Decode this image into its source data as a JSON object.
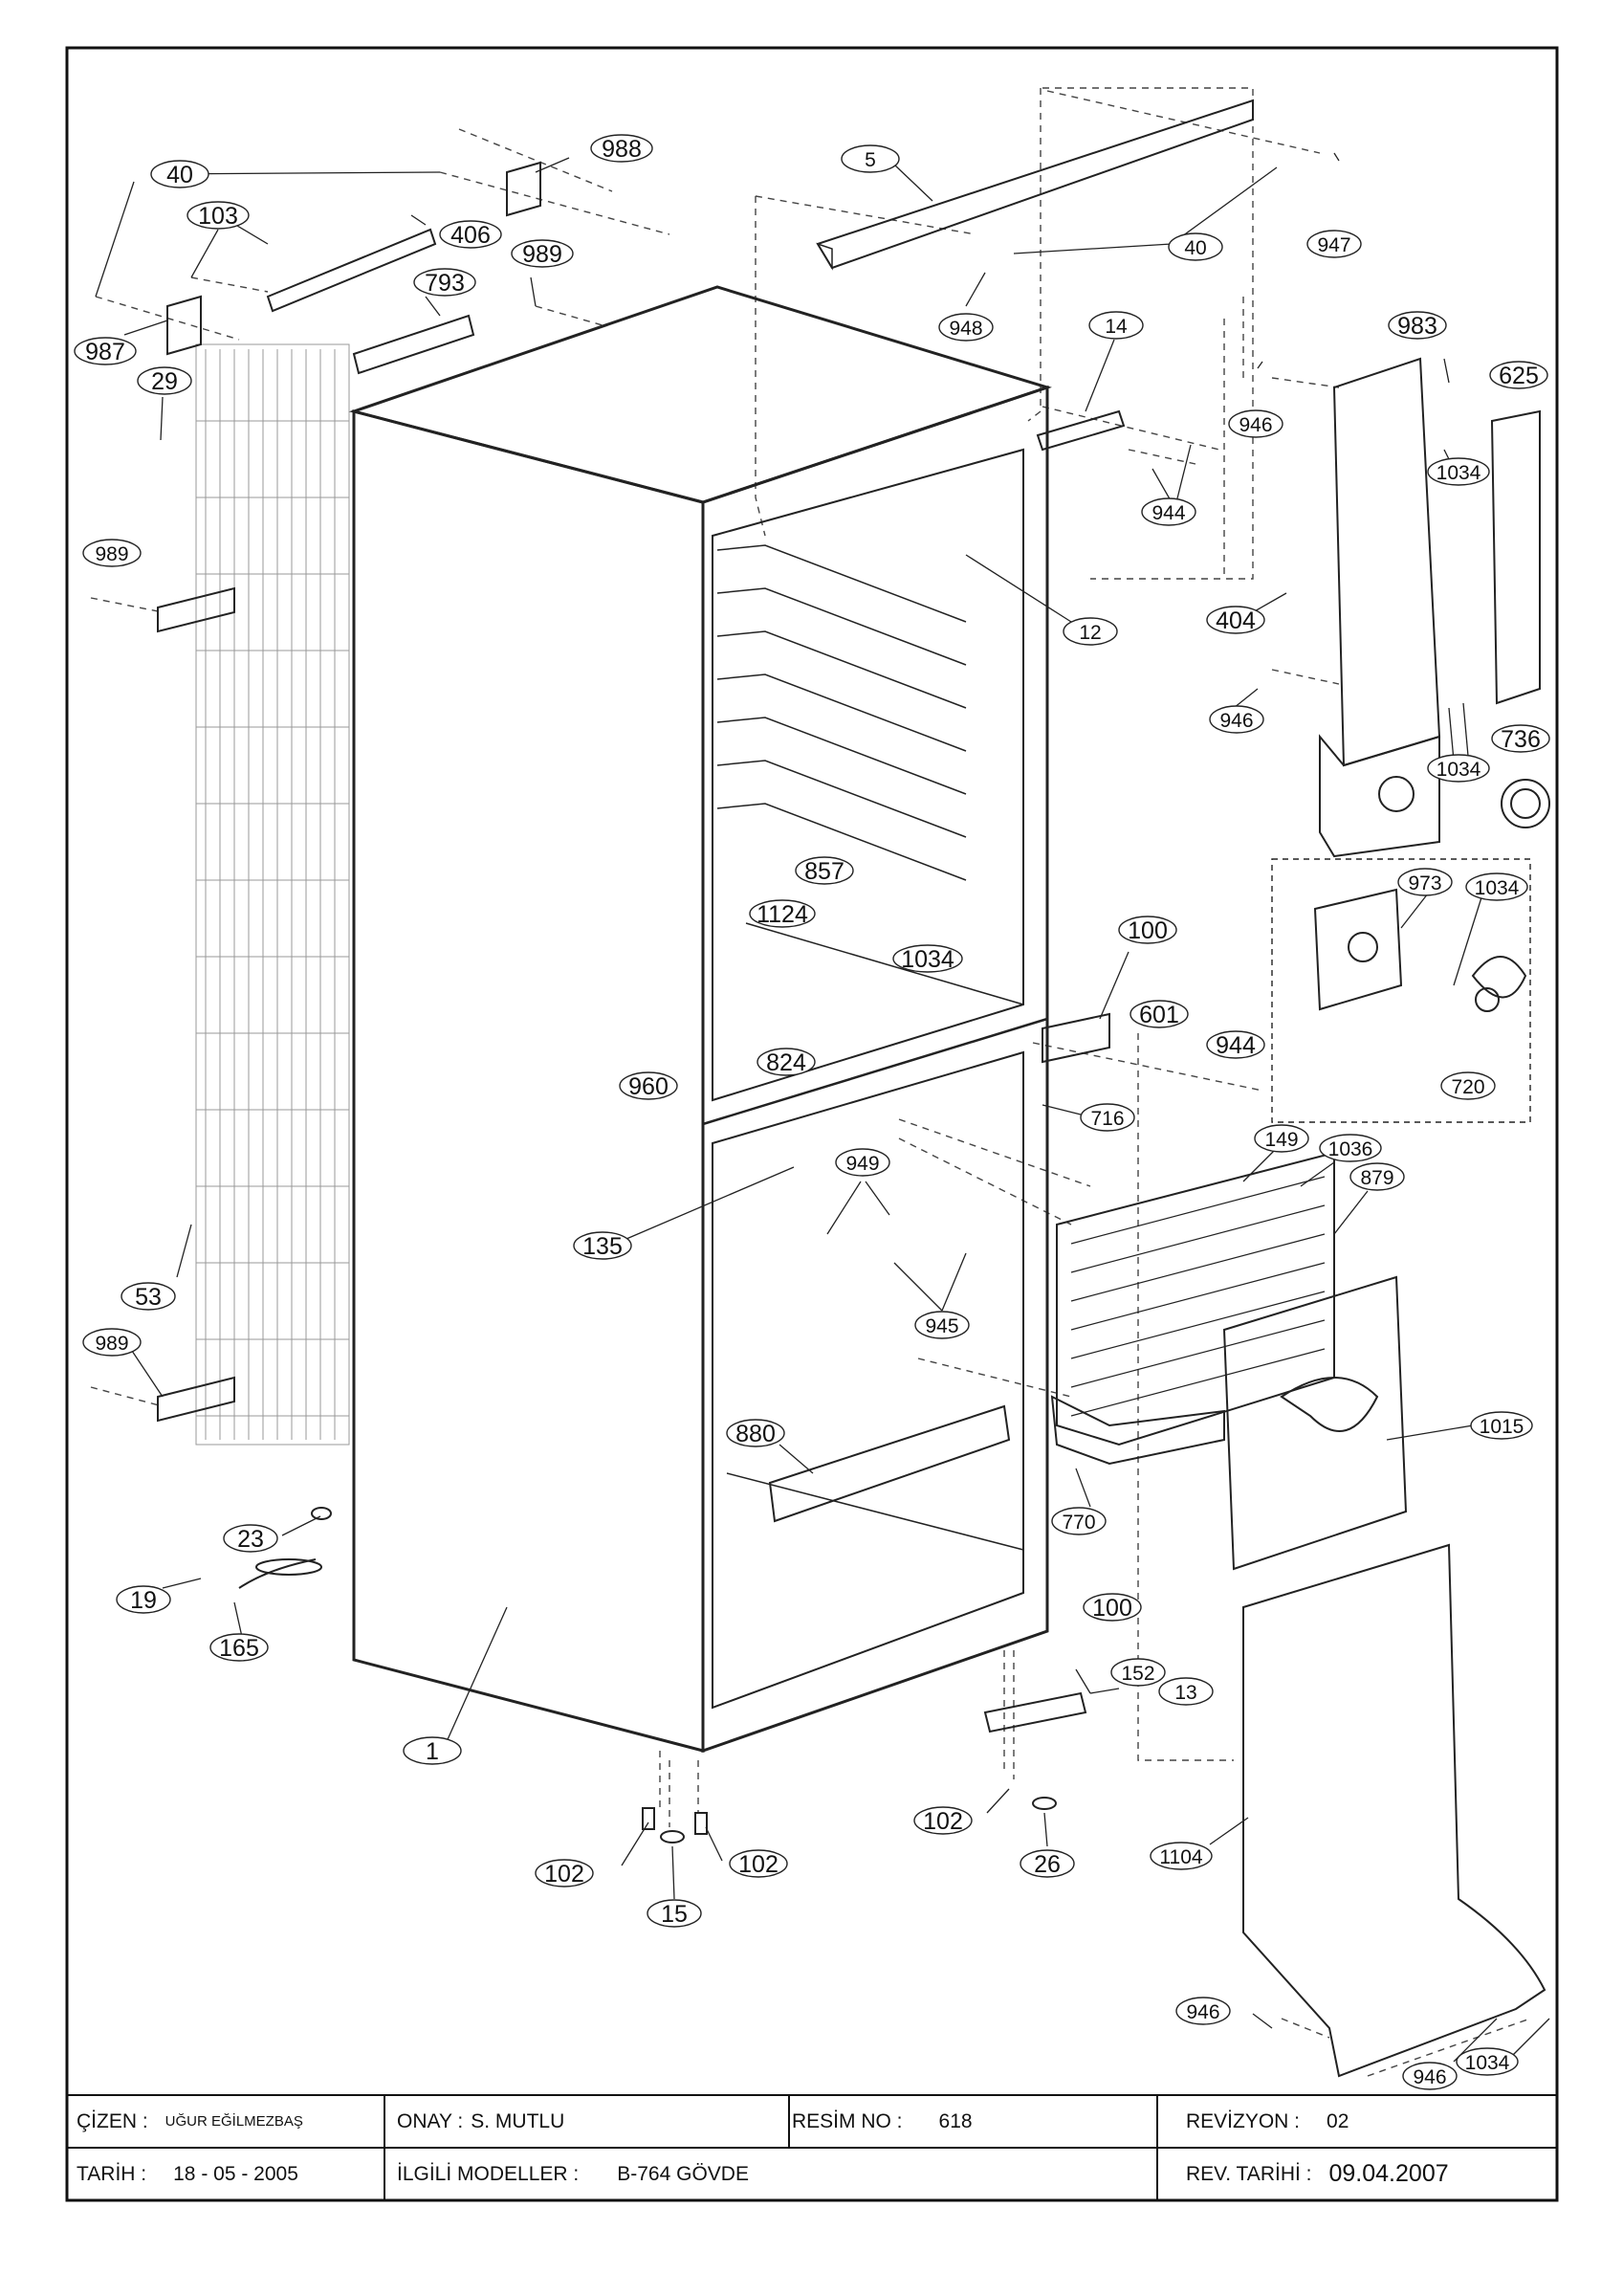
{
  "callouts": [
    {
      "id": "c40a",
      "label": "40"
    },
    {
      "id": "c988",
      "label": "988"
    },
    {
      "id": "c103",
      "label": "103"
    },
    {
      "id": "c406",
      "label": "406"
    },
    {
      "id": "c989a",
      "label": "989"
    },
    {
      "id": "c793",
      "label": "793"
    },
    {
      "id": "c987",
      "label": "987"
    },
    {
      "id": "c29",
      "label": "29"
    },
    {
      "id": "c5",
      "label": "5"
    },
    {
      "id": "c40b",
      "label": "40"
    },
    {
      "id": "c947",
      "label": "947"
    },
    {
      "id": "c948",
      "label": "948"
    },
    {
      "id": "c14",
      "label": "14"
    },
    {
      "id": "c983",
      "label": "983"
    },
    {
      "id": "c625",
      "label": "625"
    },
    {
      "id": "c946a",
      "label": "946"
    },
    {
      "id": "c1034a",
      "label": "1034"
    },
    {
      "id": "c944a",
      "label": "944"
    },
    {
      "id": "c12",
      "label": "12"
    },
    {
      "id": "c404",
      "label": "404"
    },
    {
      "id": "c946b",
      "label": "946"
    },
    {
      "id": "c1034b",
      "label": "1034"
    },
    {
      "id": "c736",
      "label": "736"
    },
    {
      "id": "c989b",
      "label": "989"
    },
    {
      "id": "c857",
      "label": "857"
    },
    {
      "id": "c1124",
      "label": "1124"
    },
    {
      "id": "c1034c",
      "label": "1034"
    },
    {
      "id": "c100a",
      "label": "100"
    },
    {
      "id": "c973",
      "label": "973"
    },
    {
      "id": "c1034d",
      "label": "1034"
    },
    {
      "id": "c601",
      "label": "601"
    },
    {
      "id": "c944b",
      "label": "944"
    },
    {
      "id": "c824",
      "label": "824"
    },
    {
      "id": "c960",
      "label": "960"
    },
    {
      "id": "c720",
      "label": "720"
    },
    {
      "id": "c716",
      "label": "716"
    },
    {
      "id": "c149",
      "label": "149"
    },
    {
      "id": "c1036",
      "label": "1036"
    },
    {
      "id": "c949",
      "label": "949"
    },
    {
      "id": "c879",
      "label": "879"
    },
    {
      "id": "c135",
      "label": "135"
    },
    {
      "id": "c53",
      "label": "53"
    },
    {
      "id": "c945",
      "label": "945"
    },
    {
      "id": "c989c",
      "label": "989"
    },
    {
      "id": "c880",
      "label": "880"
    },
    {
      "id": "c1015",
      "label": "1015"
    },
    {
      "id": "c770",
      "label": "770"
    },
    {
      "id": "c23",
      "label": "23"
    },
    {
      "id": "c19",
      "label": "19"
    },
    {
      "id": "c165",
      "label": "165"
    },
    {
      "id": "c100b",
      "label": "100"
    },
    {
      "id": "c152",
      "label": "152"
    },
    {
      "id": "c13",
      "label": "13"
    },
    {
      "id": "c1",
      "label": "1"
    },
    {
      "id": "c102a",
      "label": "102"
    },
    {
      "id": "c102b",
      "label": "102"
    },
    {
      "id": "c102c",
      "label": "102"
    },
    {
      "id": "c26",
      "label": "26"
    },
    {
      "id": "c1104",
      "label": "1104"
    },
    {
      "id": "c15",
      "label": "15"
    },
    {
      "id": "c946c",
      "label": "946"
    },
    {
      "id": "c946d",
      "label": "946"
    },
    {
      "id": "c1034e",
      "label": "1034"
    }
  ],
  "title_block": {
    "drawn_by_label": "ÇİZEN :",
    "drawn_by_value": "UĞUR EĞİLMEZBAŞ",
    "approval_label": "ONAY :",
    "approval_value": "S. MUTLU",
    "drawing_no_label": "RESİM NO :",
    "drawing_no_value": "618",
    "revision_label": "REVİZYON :",
    "revision_value": "02",
    "date_label": "TARİH :",
    "date_value": "18 - 05 - 2005",
    "models_label": "İLGİLİ MODELLER :",
    "models_value": "B-764 GÖVDE",
    "rev_date_label": "REV. TARİHİ :",
    "rev_date_value": "09.04.2007"
  }
}
